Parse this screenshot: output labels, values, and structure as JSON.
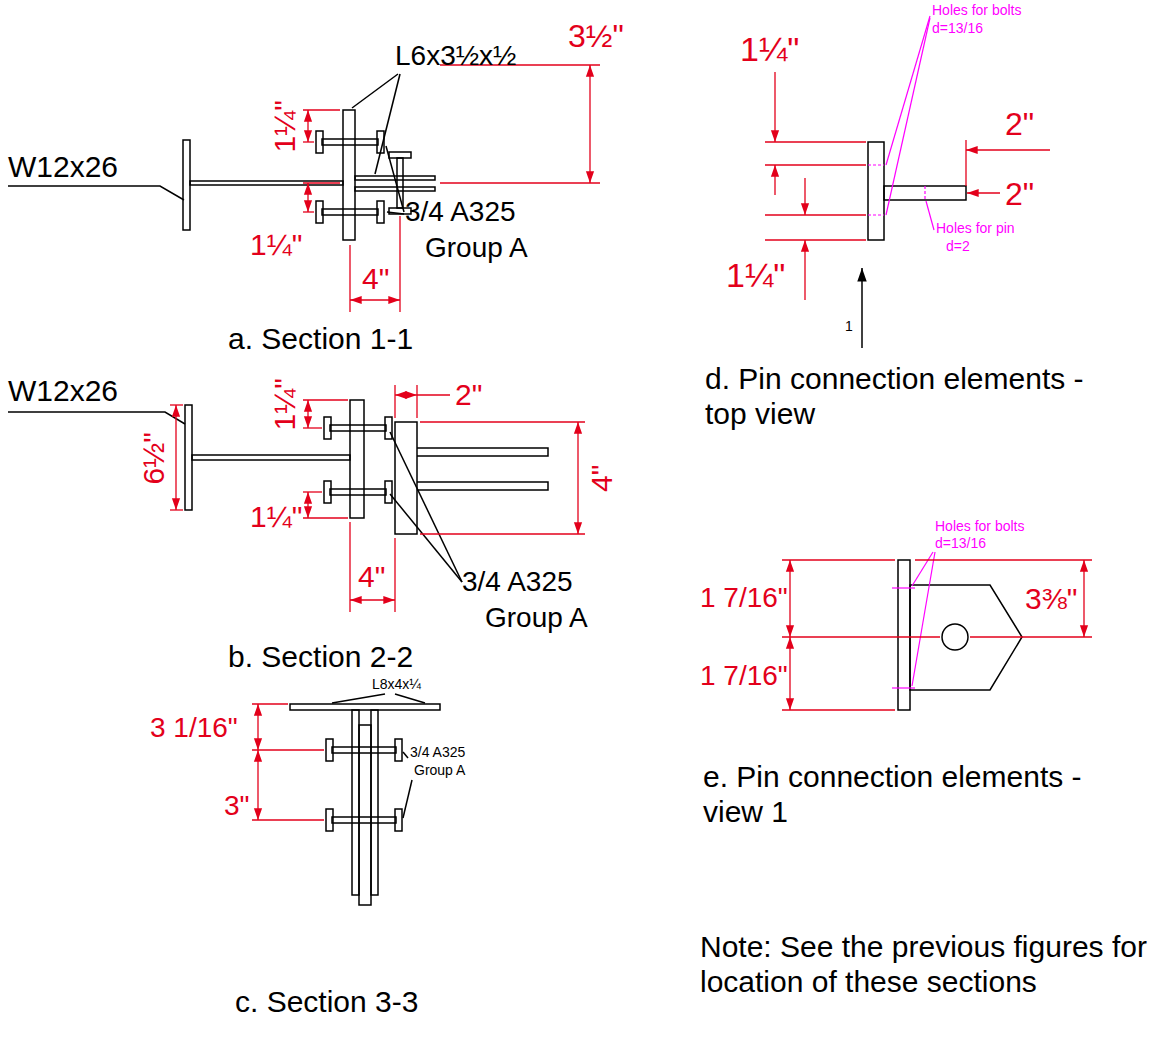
{
  "diagram": {
    "labels": [
      "W12x26",
      "L6x3½x½",
      "3/4 A325",
      "Group A",
      "1¼\"",
      "3½\"",
      "1¼\"",
      "4\"",
      "a. Section 1-1",
      "W12x26",
      "6½\"",
      "1¼\"",
      "2\"",
      "4\"",
      "1¼\"",
      "4\"",
      "3/4 A325",
      "Group A",
      "b. Section 2-2",
      "L8x4x¼",
      "3 1/16\"",
      "3/4 A325",
      "Group A",
      "3\"",
      "c. Section 3-3",
      "1¼\"",
      "Holes for bolts",
      "d=13/16",
      "2\"",
      "2\"",
      "Holes for pin",
      "d=2",
      "1¼\"",
      "1",
      "d. Pin connection elements - top view",
      "Holes for bolts",
      "d=13/16",
      "1 7/16\"",
      "3⅜\"",
      "1 7/16\"",
      "e. Pin connection elements - view 1",
      "Note: See the previous figures for location of these sections"
    ]
  }
}
